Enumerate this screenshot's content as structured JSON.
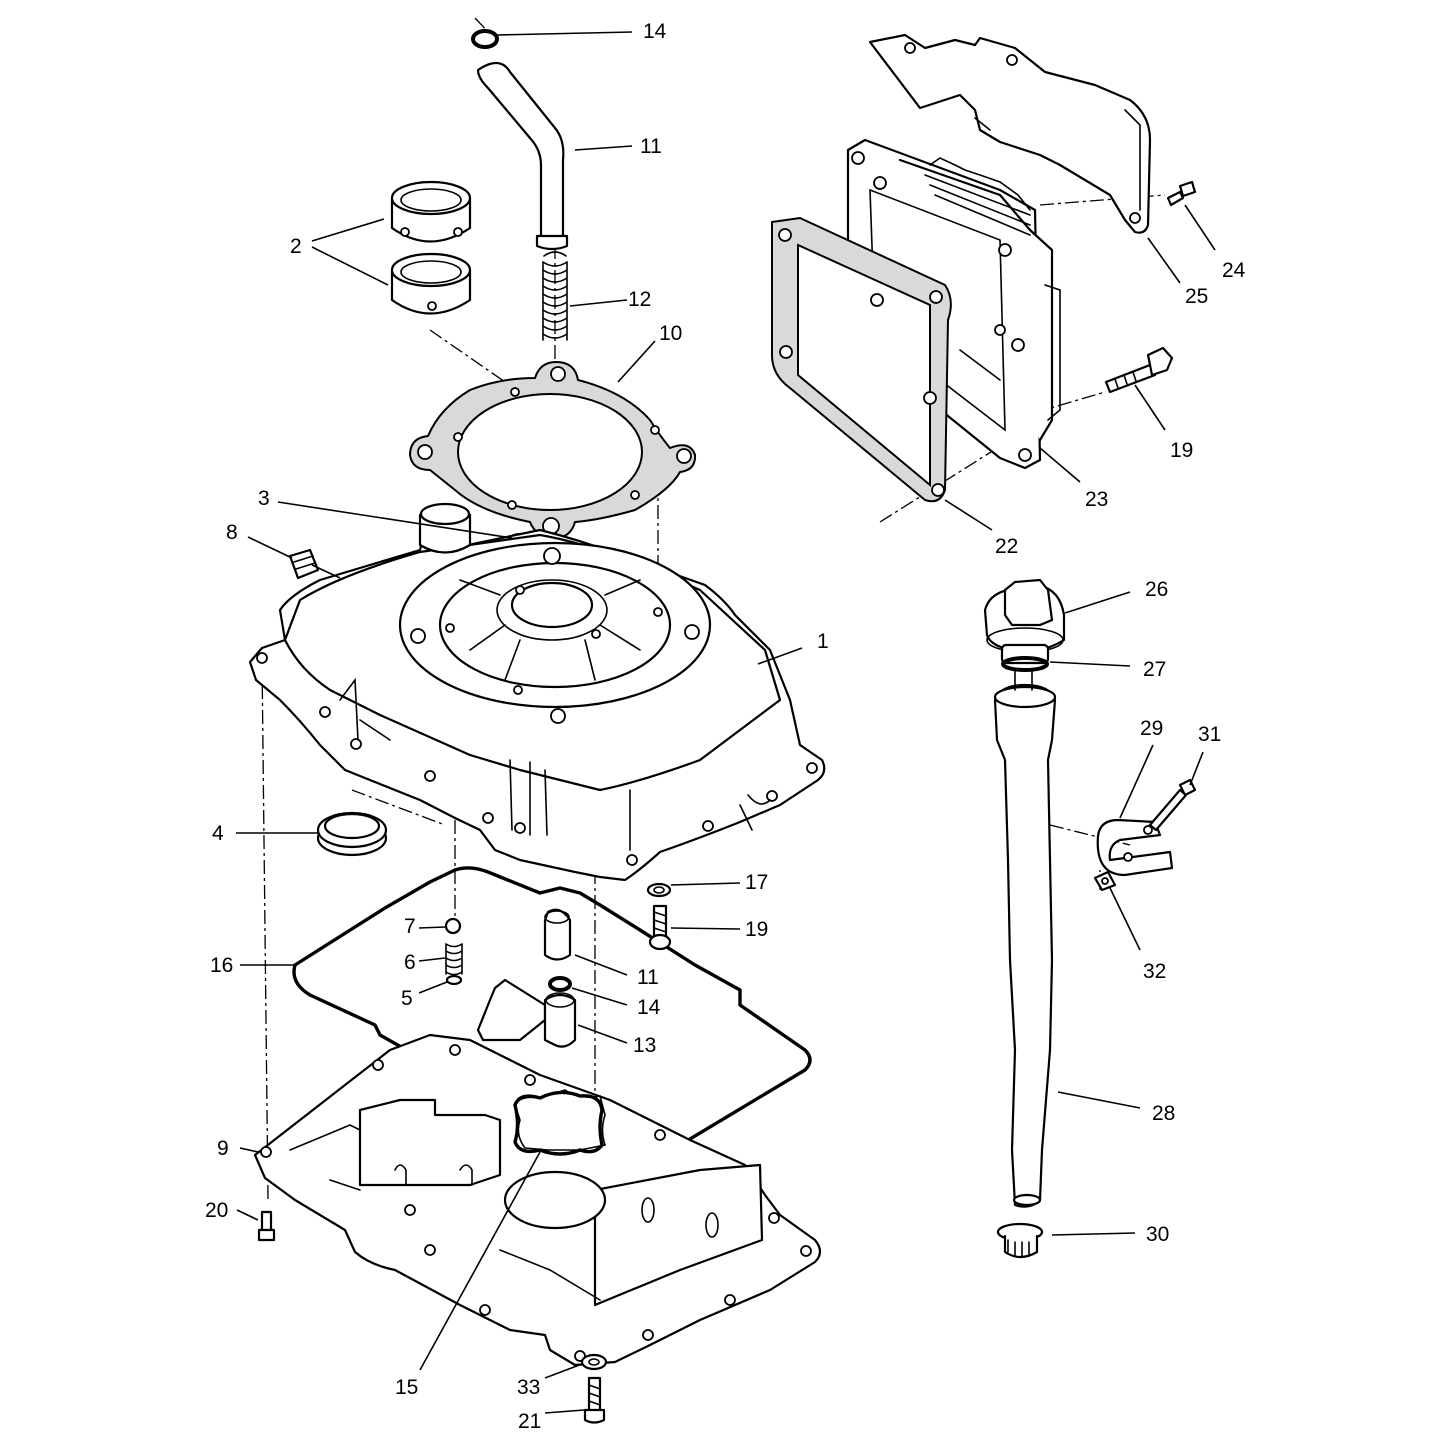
{
  "diagram": {
    "colors": {
      "ink": "#000000",
      "paper": "#ffffff",
      "gasket_fill": "#d9d9d9"
    },
    "callouts": [
      {
        "id": "c14a",
        "label": "14"
      },
      {
        "id": "c11a",
        "label": "11"
      },
      {
        "id": "c2",
        "label": "2"
      },
      {
        "id": "c12",
        "label": "12"
      },
      {
        "id": "c10",
        "label": "10"
      },
      {
        "id": "c3",
        "label": "3"
      },
      {
        "id": "c8",
        "label": "8"
      },
      {
        "id": "c1",
        "label": "1"
      },
      {
        "id": "c4",
        "label": "4"
      },
      {
        "id": "c17",
        "label": "17"
      },
      {
        "id": "c7",
        "label": "7"
      },
      {
        "id": "c19a",
        "label": "19"
      },
      {
        "id": "c6",
        "label": "6"
      },
      {
        "id": "c16",
        "label": "16"
      },
      {
        "id": "c11b",
        "label": "11"
      },
      {
        "id": "c5",
        "label": "5"
      },
      {
        "id": "c14b",
        "label": "14"
      },
      {
        "id": "c13",
        "label": "13"
      },
      {
        "id": "c9",
        "label": "9"
      },
      {
        "id": "c20",
        "label": "20"
      },
      {
        "id": "c15",
        "label": "15"
      },
      {
        "id": "c33",
        "label": "33"
      },
      {
        "id": "c21",
        "label": "21"
      },
      {
        "id": "c24",
        "label": "24"
      },
      {
        "id": "c25",
        "label": "25"
      },
      {
        "id": "c19b",
        "label": "19"
      },
      {
        "id": "c23",
        "label": "23"
      },
      {
        "id": "c22",
        "label": "22"
      },
      {
        "id": "c26",
        "label": "26"
      },
      {
        "id": "c27",
        "label": "27"
      },
      {
        "id": "c29",
        "label": "29"
      },
      {
        "id": "c31",
        "label": "31"
      },
      {
        "id": "c32",
        "label": "32"
      },
      {
        "id": "c28",
        "label": "28"
      },
      {
        "id": "c30",
        "label": "30"
      }
    ]
  }
}
